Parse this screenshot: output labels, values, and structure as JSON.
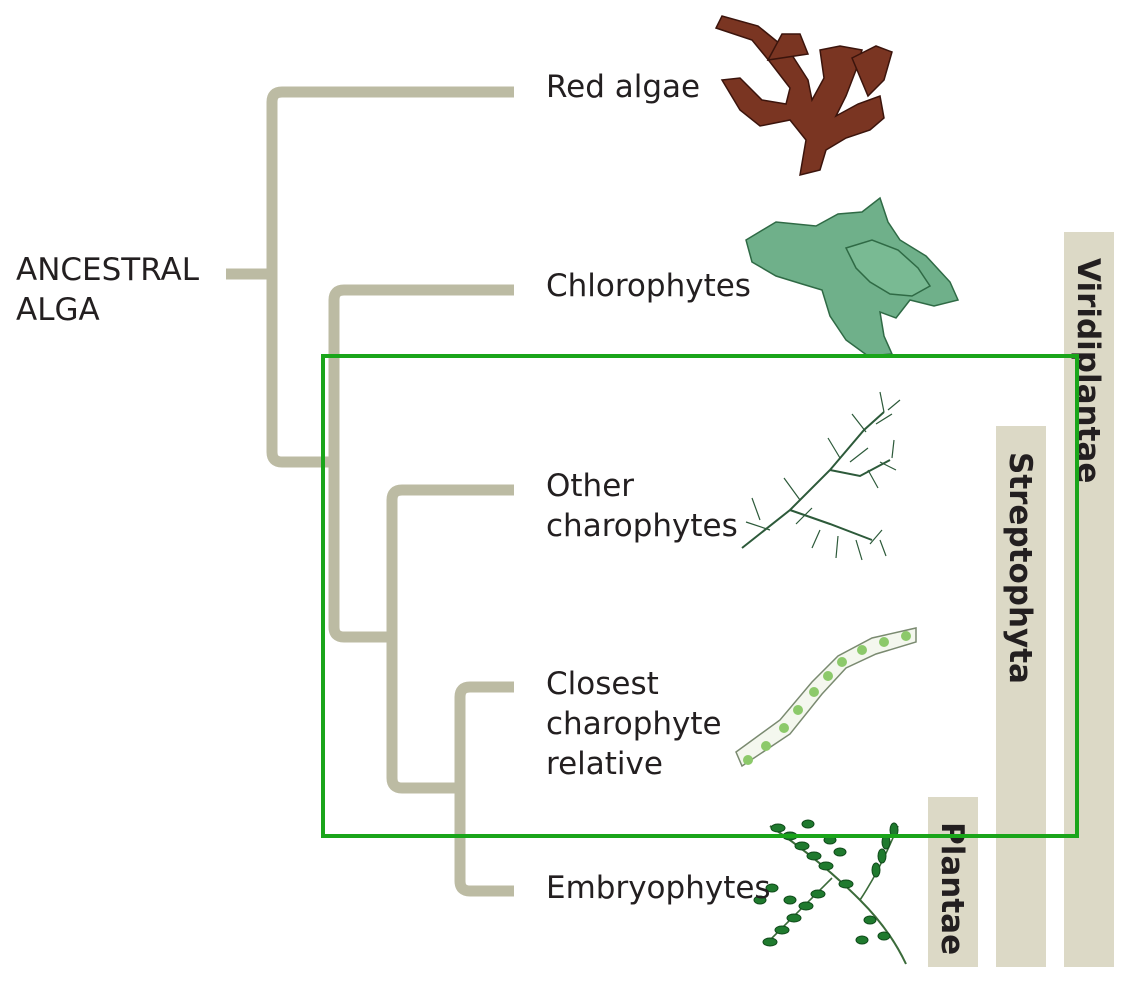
{
  "root": {
    "line1": "ANCESTRAL",
    "line2": "ALGA"
  },
  "taxa": [
    {
      "lines": [
        "Red algae"
      ],
      "icon": "red-algae-icon"
    },
    {
      "lines": [
        "Chlorophytes"
      ],
      "icon": "chlorophyte-icon"
    },
    {
      "lines": [
        "Other",
        "charophytes"
      ],
      "icon": "other-charophyte-icon"
    },
    {
      "lines": [
        "Closest",
        "charophyte",
        "relative"
      ],
      "icon": "filamentous-alga-icon"
    },
    {
      "lines": [
        "Embryophytes"
      ],
      "icon": "fern-icon"
    }
  ],
  "clades": {
    "viridiplantae": "Viridiplantae",
    "streptophyta": "Streptophyta",
    "plantae": "Plantae"
  },
  "colors": {
    "branch": "#bcbba3",
    "clade_bar": "#dcd9c6",
    "highlight": "#1aa51a",
    "red_alga": "#7a3522",
    "chlorophyte": "#6fb08a",
    "charophyte": "#2d5a3a",
    "fern": "#1f7a2e"
  }
}
